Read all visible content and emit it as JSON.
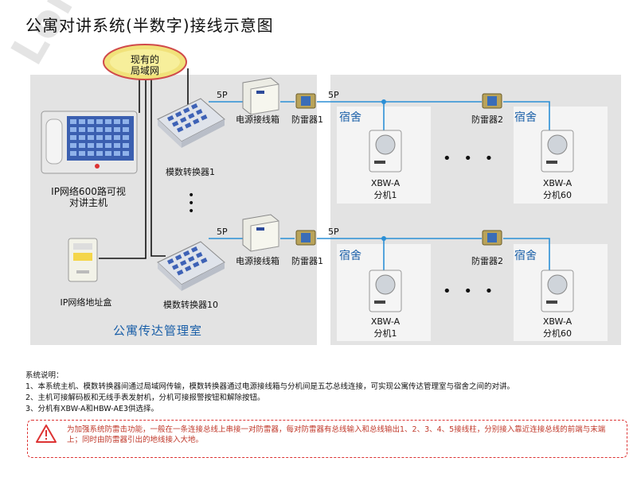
{
  "title": "公寓对讲系统(半数字)接线示意图",
  "watermark": "Lonlon",
  "cloud_label_1": "现有的",
  "cloud_label_2": "局域网",
  "main_unit_label_1": "IP网络600路可视",
  "main_unit_label_2": "对讲主机",
  "address_box_label": "IP网络地址盒",
  "converter_1_label": "模数转换器1",
  "converter_10_label": "模数转换器10",
  "office_label": "公寓传达管理室",
  "row1": {
    "wire_left": "5P",
    "wire_right": "5P",
    "junction_box": "电源接线箱",
    "protector_a": "防雷器1",
    "protector_b": "防雷器2",
    "dorm_a": "宿舍",
    "dorm_b": "宿舍",
    "unit_a_model": "XBW-A",
    "unit_a_name": "分机1",
    "unit_b_model": "XBW-A",
    "unit_b_name": "分机60"
  },
  "row2": {
    "wire_left": "5P",
    "wire_right": "5P",
    "junction_box": "电源接线箱",
    "protector_a": "防雷器1",
    "protector_b": "防雷器2",
    "dorm_a": "宿舍",
    "dorm_b": "宿舍",
    "unit_a_model": "XBW-A",
    "unit_a_name": "分机1",
    "unit_b_model": "XBW-A",
    "unit_b_name": "分机60"
  },
  "dots": "• • •",
  "vertical_dots": "•",
  "notes": {
    "heading": "系统说明：",
    "items": [
      "1、本系统主机、模数转换器间通过局域网传输，模数转换器通过电源接线箱与分机间是五芯总线连接，可实现公寓传达管理室与宿舍之间的对讲。",
      "2、主机可接解码板和无线手表发射机，分机可接报警按钮和解除按钮。",
      "3、分机有XBW-A和HBW-AE3供选择。"
    ]
  },
  "warning_icon": "warning-triangle-icon",
  "warning_text": "为加强系统防雷击功能，一般在一条连接总线上串接一对防雷器，每对防雷器有总线输入和总线输出1、2、3、4、5接线柱，分别接入靠近连接总线的前端与末端上；同时由防雷器引出的地线接入大地。",
  "colors": {
    "bus_blue": "#2b8fd6",
    "accent_blue": "#1a5fa8",
    "warning_red": "#d33"
  }
}
